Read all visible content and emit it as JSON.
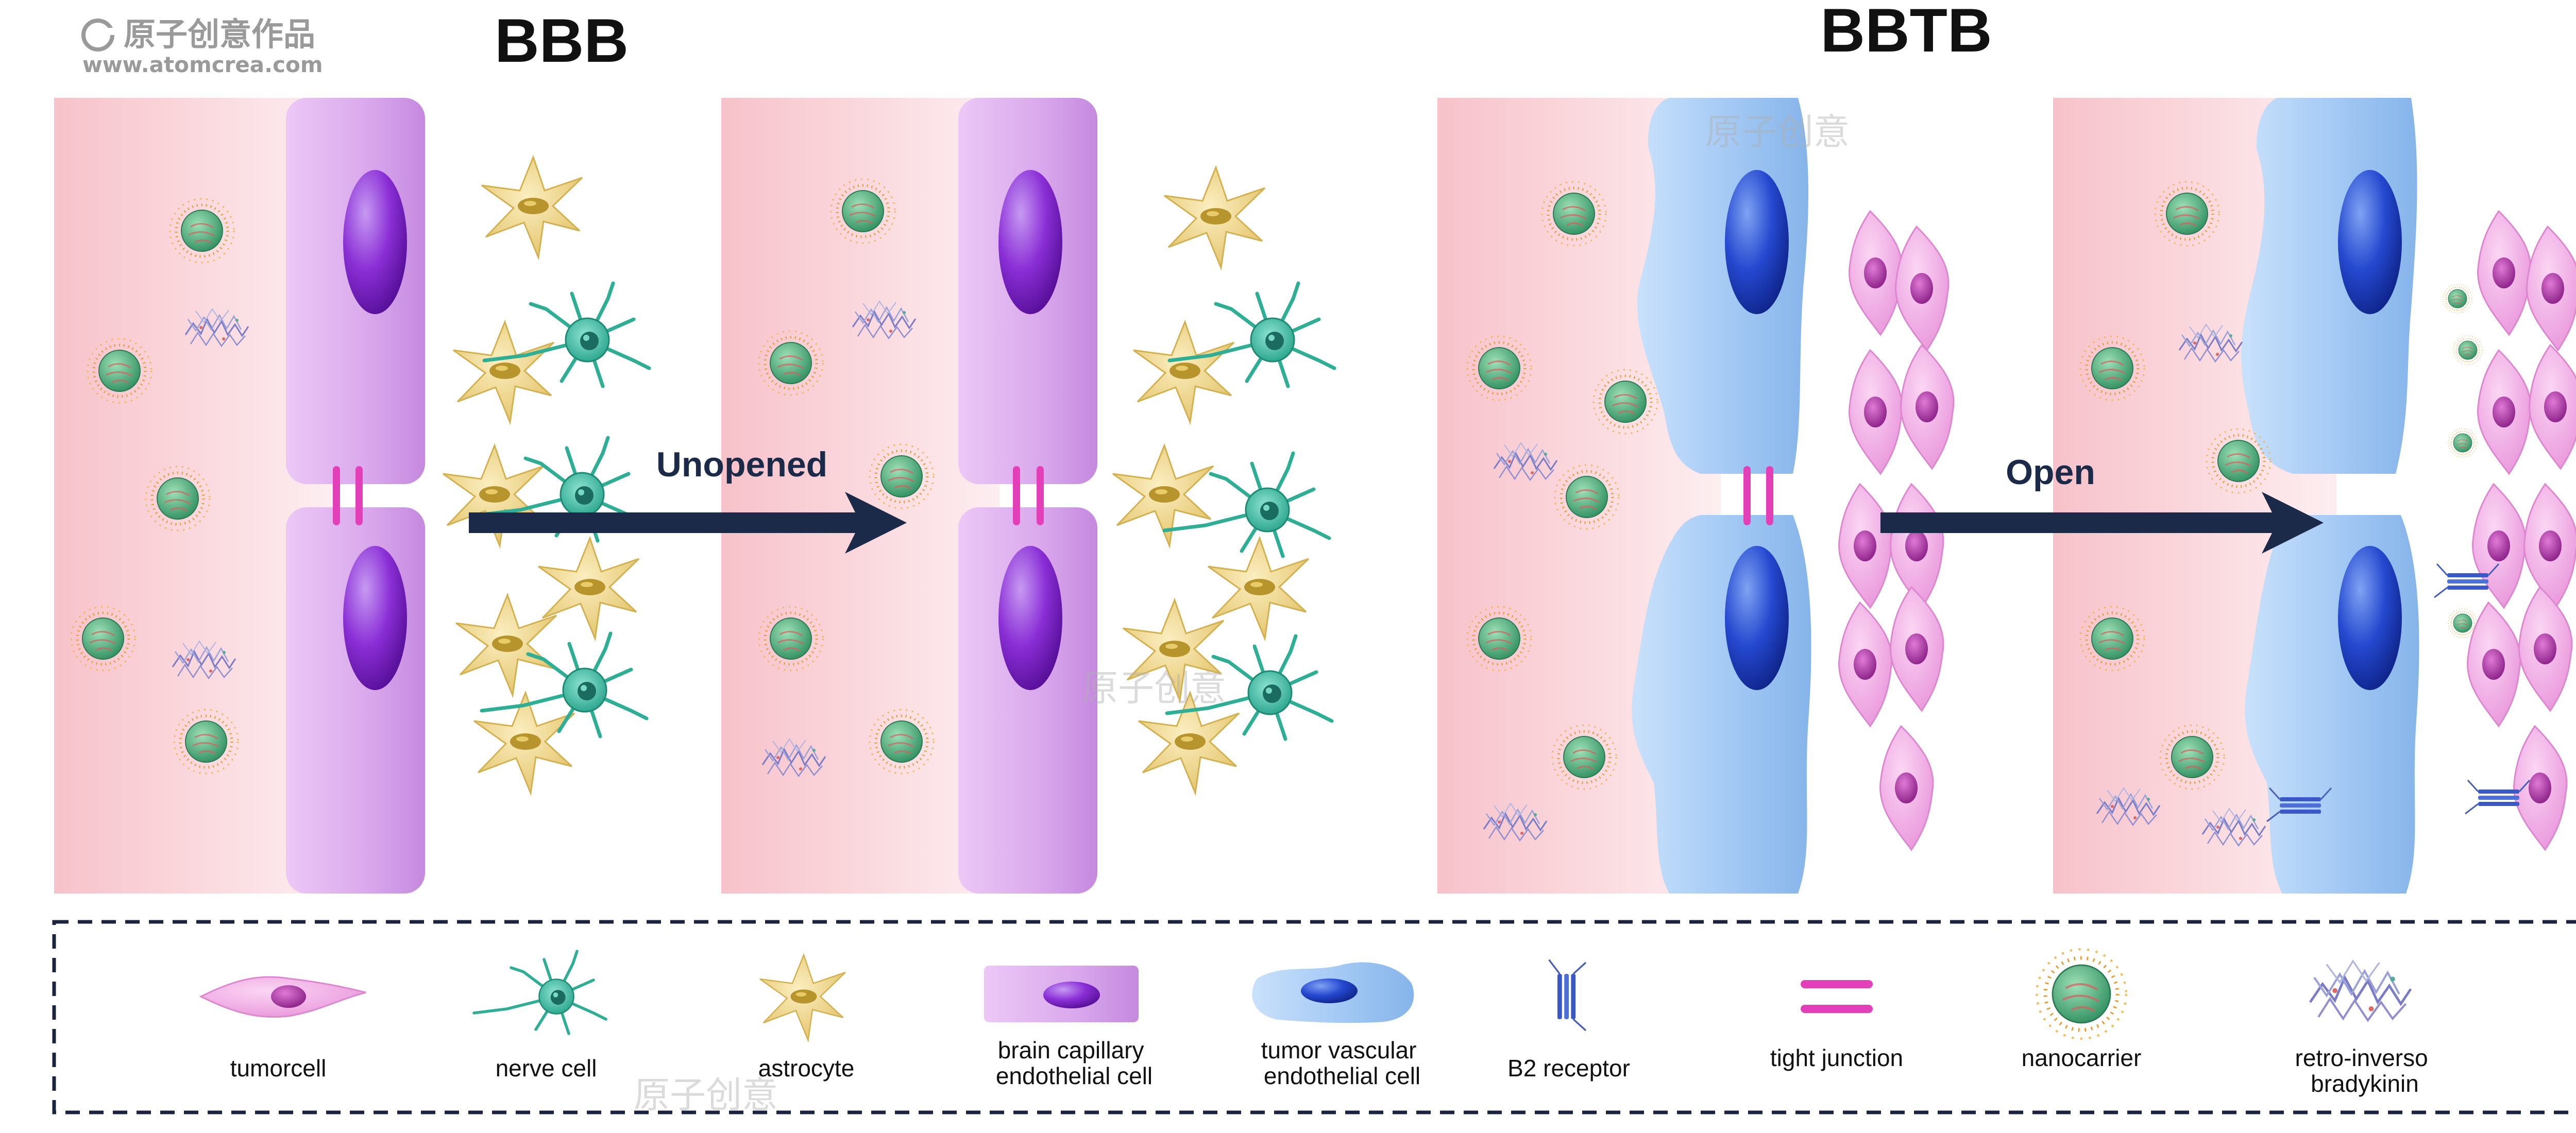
{
  "brand": {
    "name": "原子创意作品",
    "url": "www.atomcrea.com",
    "watermark": "原子创意"
  },
  "panels": {
    "bbb": {
      "title": "BBB",
      "arrow_label": "Unopened"
    },
    "bbtb": {
      "title": "BBTB",
      "arrow_label": "Open"
    }
  },
  "legend": {
    "items": [
      {
        "icon": "tumor-cell-icon",
        "lines": [
          "tumorcell"
        ]
      },
      {
        "icon": "nerve-cell-icon",
        "lines": [
          "nerve cell"
        ]
      },
      {
        "icon": "astrocyte-icon",
        "lines": [
          "astrocyte"
        ]
      },
      {
        "icon": "brain-capillary-endothelial-cell-icon",
        "lines": [
          "brain capillary",
          "endothelial cell"
        ]
      },
      {
        "icon": "tumor-vascular-endothelial-cell-icon",
        "lines": [
          "tumor vascular",
          "endothelial cell"
        ]
      },
      {
        "icon": "b2-receptor-icon",
        "lines": [
          "B2 receptor"
        ]
      },
      {
        "icon": "tight-junction-icon",
        "lines": [
          "tight junction"
        ]
      },
      {
        "icon": "nanocarrier-icon",
        "lines": [
          "nanocarrier"
        ]
      },
      {
        "icon": "retro-inverso-bradykinin-icon",
        "lines": [
          "retro-inverso",
          "bradykinin"
        ]
      }
    ]
  },
  "colors": {
    "vessel_lumen": "#f9cdd3",
    "bbb_endothelium": "#d8a6ea",
    "bbb_nucleus": "#7a1fc9",
    "bbtb_endothelium": "#a9cdf6",
    "bbtb_nucleus": "#1d45c8",
    "tight_junction": "#e23fb8",
    "astrocyte": "#efd98c",
    "nerve_cell": "#37bfa5",
    "tumor_cell": "#f4b3ea",
    "tumor_nucleus": "#b02fa6",
    "nanocarrier_core": "#4fb489",
    "nanocarrier_halo": "#f0a030",
    "arrow": "#1c2a4a",
    "legend_border": "#1c2340"
  }
}
